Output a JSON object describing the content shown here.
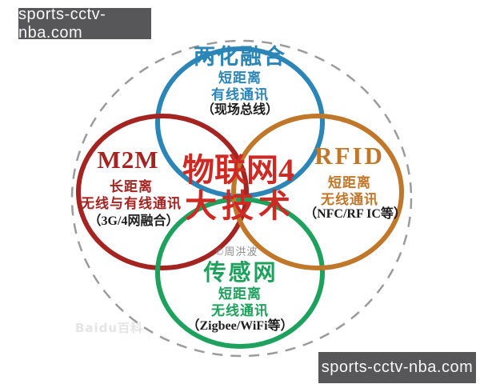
{
  "watermarks": {
    "top_left": "sports-cctv-nba.com",
    "bottom_right": "sports-cctv-nba.com",
    "faint_bottom_left": "Baidu百科"
  },
  "center": {
    "line1": "物联网4",
    "line2": "大技术"
  },
  "attribution": "©周洪波",
  "nodes": {
    "top": {
      "title": "两化融合",
      "range": "短距离",
      "medium": "有线通讯",
      "note": "（现场总线）",
      "color": "#2b85b6"
    },
    "left": {
      "title": "M2M",
      "range": "长距离",
      "medium": "无线与有线通讯",
      "note": "（3G/4网融合）",
      "color": "#a32421"
    },
    "right": {
      "title": "RFID",
      "range": "短距离",
      "medium": "无线通讯",
      "note": "（NFC/RF IC等）",
      "color": "#c0772a"
    },
    "bottom": {
      "title": "传感网",
      "range": "短距离",
      "medium": "无线通讯",
      "note": "（Zigbee/WiFi等）",
      "color": "#1ea15c"
    }
  },
  "colors": {
    "center_title_red": "#cd2a24",
    "note_black": "#1d1d1d",
    "attribution_gray": "#8c8c8c",
    "dashed_circle_gray": "#9b9b9b",
    "watermark_box_bg": "#57575a",
    "watermark_box_text": "#f7f7f7",
    "background": "#ffffff"
  }
}
